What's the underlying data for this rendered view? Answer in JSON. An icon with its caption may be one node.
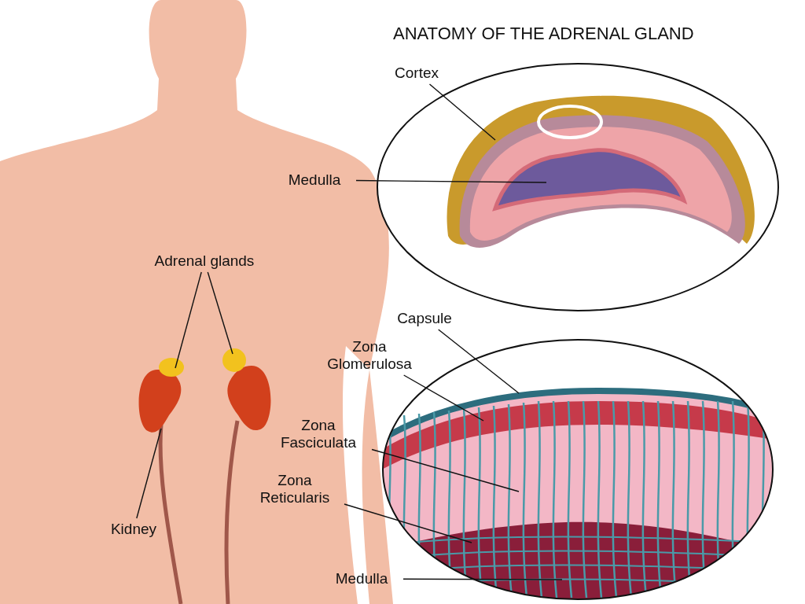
{
  "diagram": {
    "title": "ANATOMY OF THE ADRENAL GLAND",
    "nodes": [
      {
        "text": [
          "Cortex"
        ]
      },
      {
        "text": [
          "Medulla"
        ]
      },
      {
        "text": [
          "Adrenal glands"
        ]
      },
      {
        "text": [
          "Kidney"
        ]
      },
      {
        "text": [
          "Capsule"
        ]
      },
      {
        "text": [
          "Zona Glomerulosa"
        ]
      },
      {
        "text": [
          "Zona Fasciculata"
        ]
      },
      {
        "text": [
          "Zona Reticularis"
        ]
      },
      {
        "text": [
          "Medulla"
        ]
      }
    ],
    "edges": [
      {
        "from": 0,
        "to": null,
        "arrow": "none"
      },
      {
        "from": 1,
        "to": null,
        "arrow": "none"
      },
      {
        "from": 2,
        "to": null,
        "arrow": "none"
      },
      {
        "from": 2,
        "to": null,
        "arrow": "none"
      },
      {
        "from": 3,
        "to": null,
        "arrow": "none"
      },
      {
        "from": 4,
        "to": null,
        "arrow": "none"
      },
      {
        "from": 5,
        "to": null,
        "arrow": "none"
      },
      {
        "from": 6,
        "to": null,
        "arrow": "none"
      },
      {
        "from": 7,
        "to": null,
        "arrow": "none"
      },
      {
        "from": 8,
        "to": null,
        "arrow": "none"
      }
    ]
  }
}
